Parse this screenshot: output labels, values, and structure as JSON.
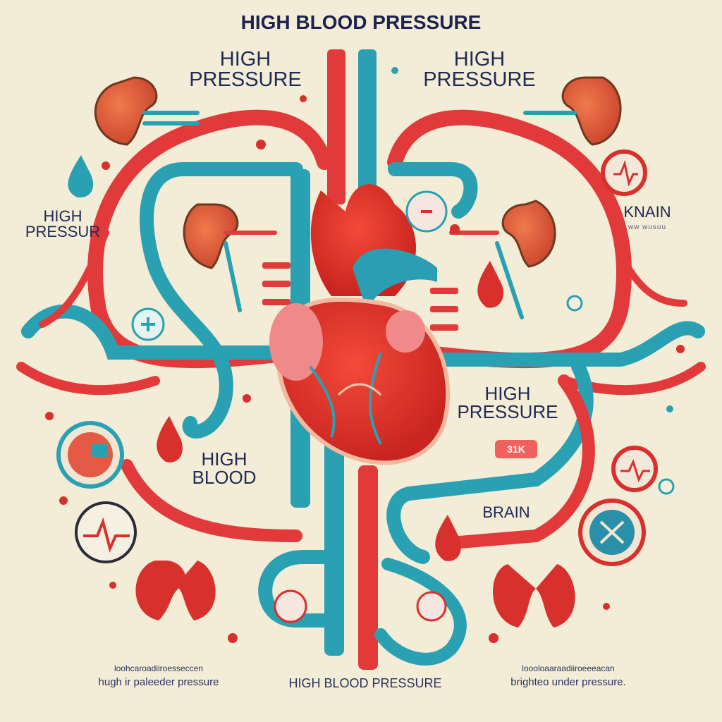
{
  "title": "HIGH BLOOD PRESSURE",
  "labels": {
    "top_left": "HIGH\nPRESSURE",
    "top_right": "HIGH\nPRESSURE",
    "mid_left": "HIGH\nPRESSUR",
    "right_knain": "KNAIN",
    "right_knain_sub": "ww wusuu",
    "center_right": "HIGH\nPRESSURE",
    "center_left": "HIGH\nBLOOD",
    "brain": "BRAIN",
    "badge": "31K",
    "bottom_center": "HIGH BLOOD PRESSURE",
    "bottom_left_1": "loohcaroadiiroesseccen",
    "bottom_left_2": "hugh ir paleeder pressure",
    "bottom_right_1": "loooloaaraadiiroeeeacan",
    "bottom_right_2": "brighteo under pressure."
  },
  "colors": {
    "background": "#f3ecd6",
    "artery_red": "#e23a3a",
    "vein_teal": "#2aa0b3",
    "heart_red": "#e8352d",
    "kidney": "#e65a3c",
    "text": "#1f2a55"
  },
  "icons": [
    "kidney-icon",
    "water-drop-icon",
    "blood-drop-icon",
    "heartbeat-monitor-icon",
    "gauge-icon",
    "plus-icon"
  ]
}
